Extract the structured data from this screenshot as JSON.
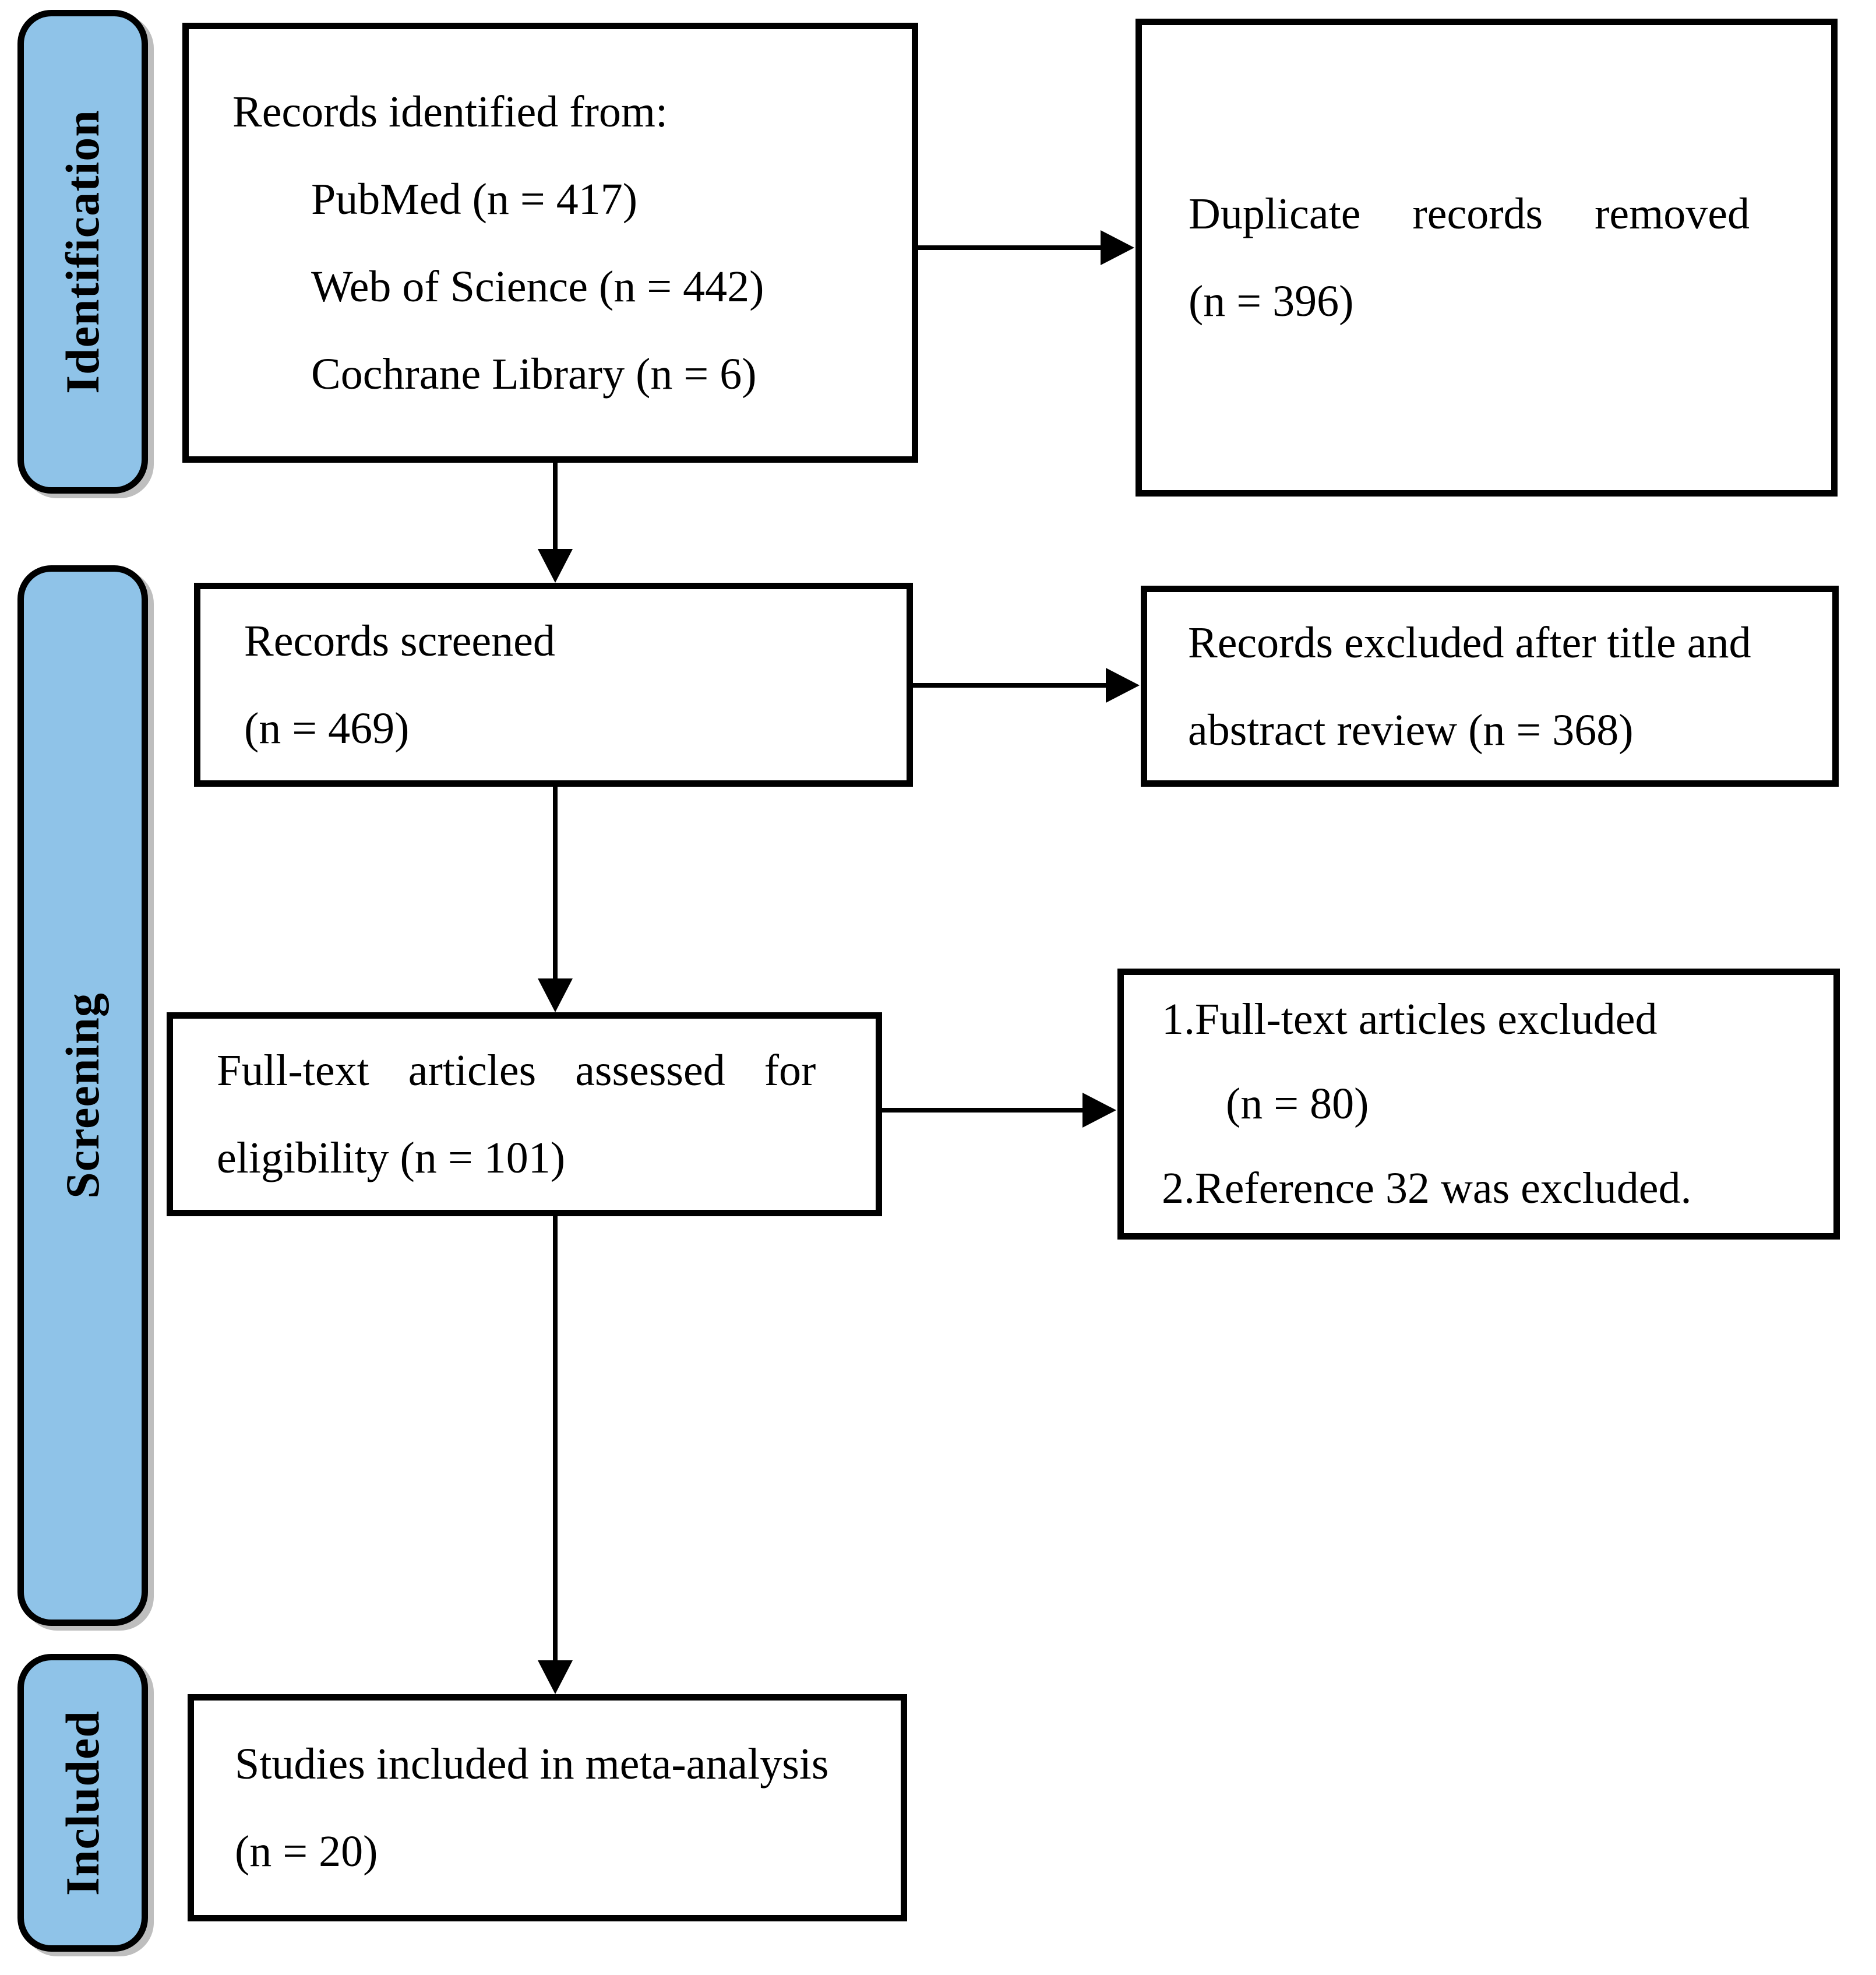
{
  "stage_labels": {
    "identification": "Identification",
    "screening": "Screening",
    "included": "Included"
  },
  "boxes": {
    "records_identified": {
      "title": "Records identified from:",
      "sources": [
        "PubMed (n = 417)",
        "Web of Science (n = 442)",
        "Cochrane Library (n = 6)"
      ]
    },
    "duplicates_removed": {
      "line1": "Duplicate records removed",
      "line2": "(n = 396)"
    },
    "records_screened": {
      "line1": "Records screened",
      "line2": "(n = 469)"
    },
    "records_excluded": {
      "line1": "Records excluded after title and",
      "line2": "abstract review (n = 368)"
    },
    "fulltext_assessed": {
      "line1": "Full-text articles assessed for",
      "line2": "eligibility (n = 101)"
    },
    "fulltext_excluded": {
      "line1": "1.Full-text articles excluded",
      "line2": "(n = 80)",
      "line3": "2.Reference 32 was excluded."
    },
    "studies_included": {
      "line1": "Studies included in meta-analysis",
      "line2": "(n = 20)"
    }
  },
  "colors": {
    "stage_label_fill": "#8FC3E8",
    "box_border": "#000000",
    "background": "#FFFFFF"
  }
}
